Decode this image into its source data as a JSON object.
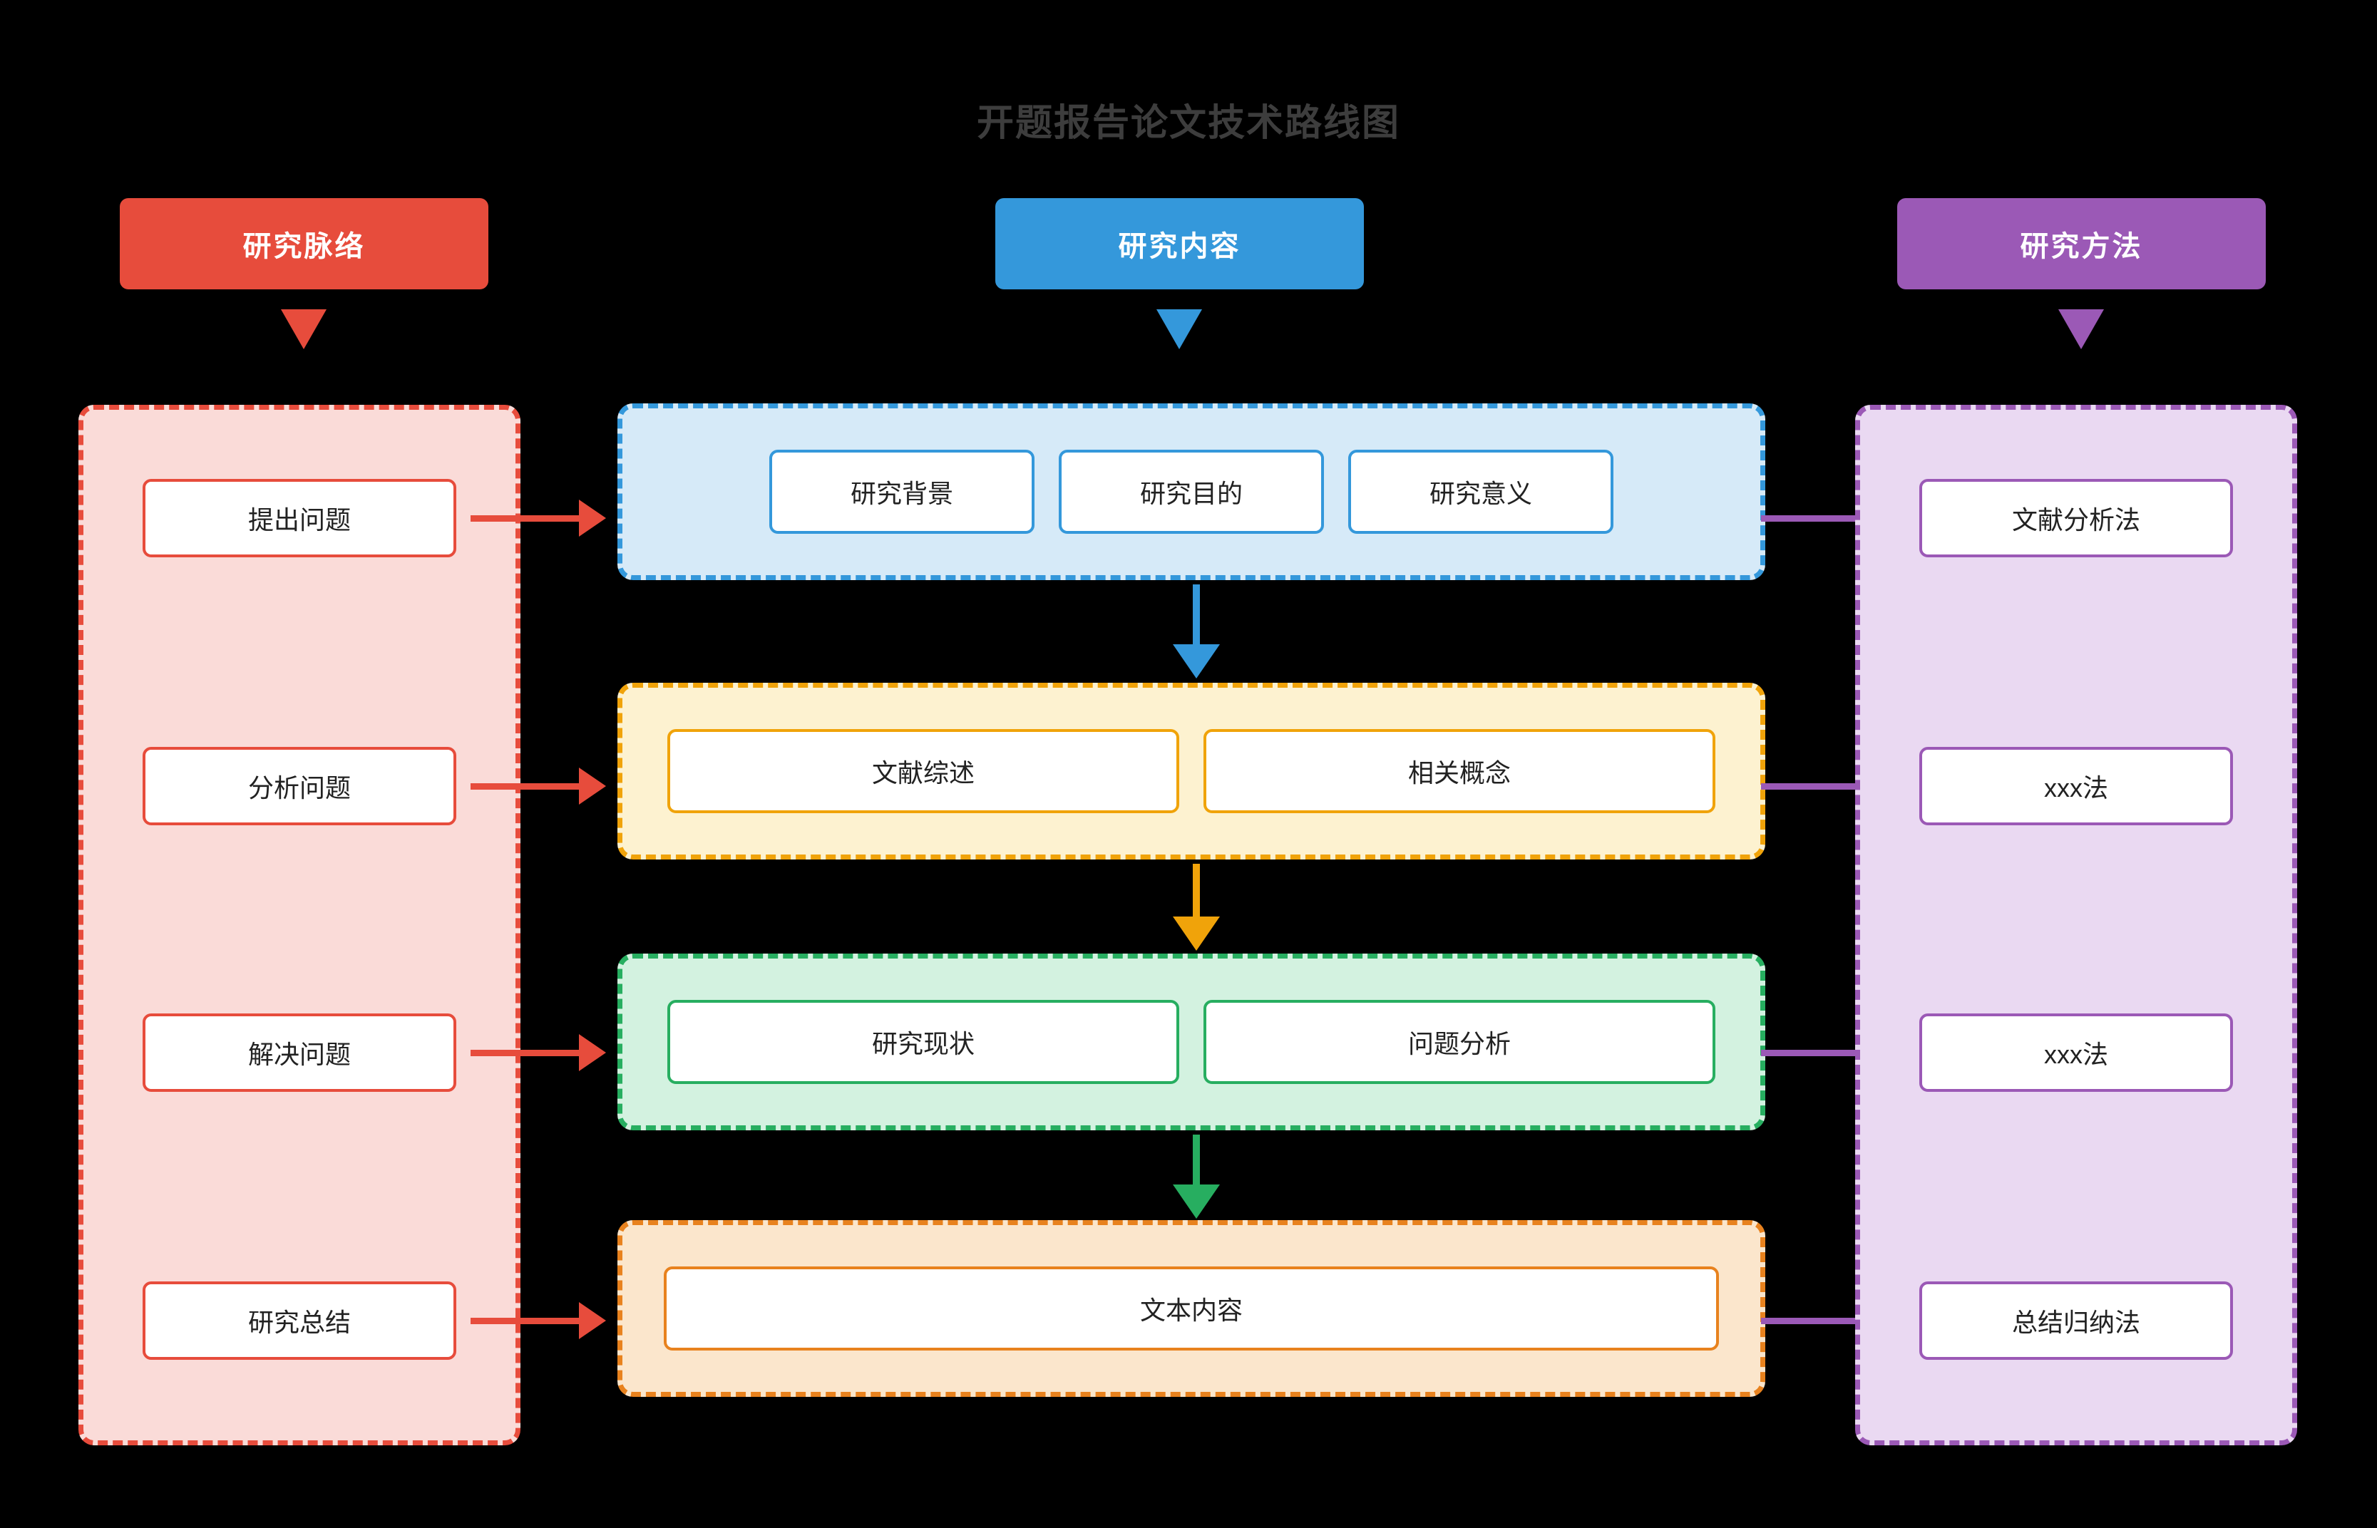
{
  "title": "开题报告论文技术路线图",
  "colors": {
    "red": "#e74c3c",
    "blue": "#3498db",
    "purple": "#9b59b6",
    "yellow": "#f0a30a",
    "green": "#27ae60",
    "orange": "#e8821e",
    "title_text": "#3d3d3d",
    "background": "#000000",
    "card_fill": "#ffffff",
    "panel_left_fill": "#fadbd8",
    "panel_right_fill": "#ead9f2",
    "row_blue_fill": "#d6eaf8",
    "row_yellow_fill": "#fdf2d0",
    "row_green_fill": "#d3f2e0",
    "row_orange_fill": "#fbe6cc"
  },
  "columns": {
    "left": {
      "header": "研究脉络",
      "items": [
        {
          "label": "提出问题"
        },
        {
          "label": "分析问题"
        },
        {
          "label": "解决问题"
        },
        {
          "label": "研究总结"
        }
      ]
    },
    "center": {
      "header": "研究内容",
      "rows": [
        {
          "cards": [
            {
              "label": "研究背景"
            },
            {
              "label": "研究目的"
            },
            {
              "label": "研究意义"
            }
          ]
        },
        {
          "cards": [
            {
              "label": "文献综述"
            },
            {
              "label": "相关概念"
            }
          ]
        },
        {
          "cards": [
            {
              "label": "研究现状"
            },
            {
              "label": "问题分析"
            }
          ]
        },
        {
          "cards": [
            {
              "label": "文本内容"
            }
          ]
        }
      ]
    },
    "right": {
      "header": "研究方法",
      "items": [
        {
          "label": "文献分析法"
        },
        {
          "label": "xxx法"
        },
        {
          "label": "xxx法"
        },
        {
          "label": "总结归纳法"
        }
      ]
    }
  }
}
